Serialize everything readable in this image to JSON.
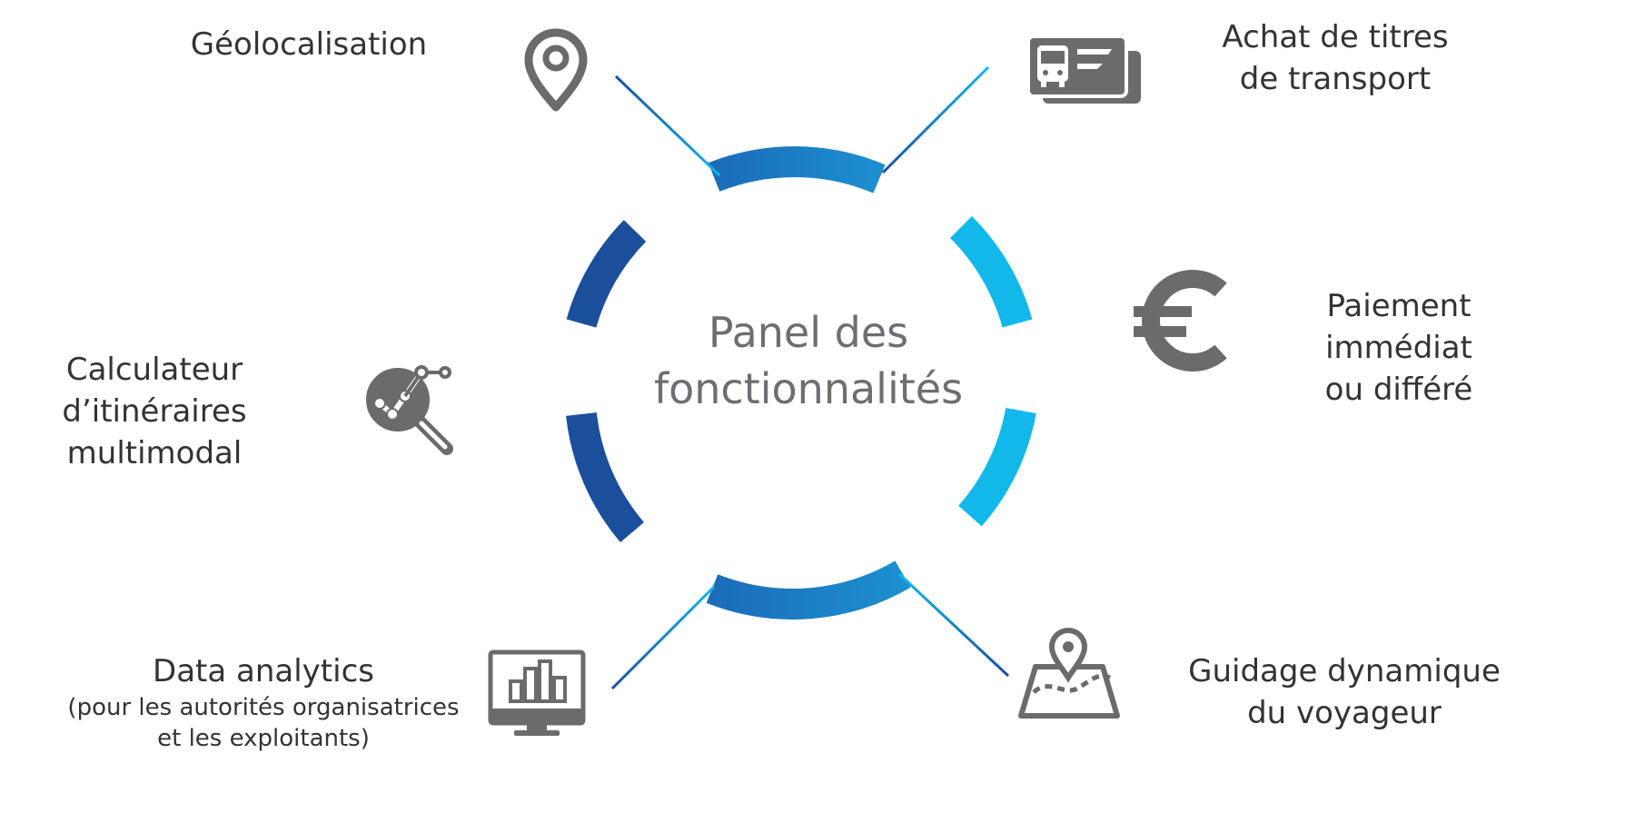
{
  "center": {
    "line1": "Panel des",
    "line2": "fonctionnalités"
  },
  "features": {
    "geolocation": {
      "lines": [
        "Géolocalisation"
      ],
      "icon": "location-pin-icon"
    },
    "tickets": {
      "lines": [
        "Achat de titres",
        "de transport"
      ],
      "icon": "bus-ticket-icon"
    },
    "payment": {
      "lines": [
        "Paiement",
        "immédiat",
        "ou différé"
      ],
      "icon": "euro-icon"
    },
    "route_calculator": {
      "lines": [
        "Calculateur",
        "d’itinéraires",
        "multimodal"
      ],
      "icon": "route-search-icon"
    },
    "analytics": {
      "lines": [
        "Data analytics"
      ],
      "sub_lines": [
        "(pour les autorités organisatrices",
        "et les exploitants)"
      ],
      "icon": "monitor-chart-icon"
    },
    "guidance": {
      "lines": [
        "Guidage dynamique",
        "du voyageur"
      ],
      "icon": "map-pin-icon"
    }
  },
  "colors": {
    "dark_blue": "#1b4f9c",
    "mid_blue": "#1d8fd0",
    "light_blue": "#12b8ea",
    "icon_grey": "#6b6b6b",
    "text": "#333333",
    "center_text": "#6d6e71"
  }
}
